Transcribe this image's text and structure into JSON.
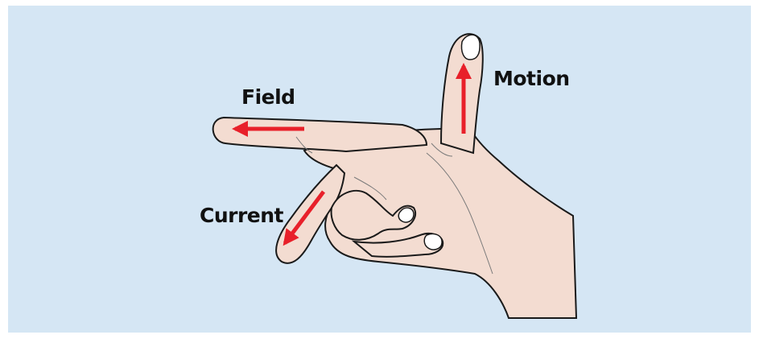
{
  "labels": {
    "field": "Field",
    "motion": "Motion",
    "current": "Current"
  },
  "colors": {
    "background": "#d5e6f4",
    "skin": "#f3dcd1",
    "outline": "#1a1a1a",
    "arrow": "#e8202a",
    "label": "#111111"
  }
}
